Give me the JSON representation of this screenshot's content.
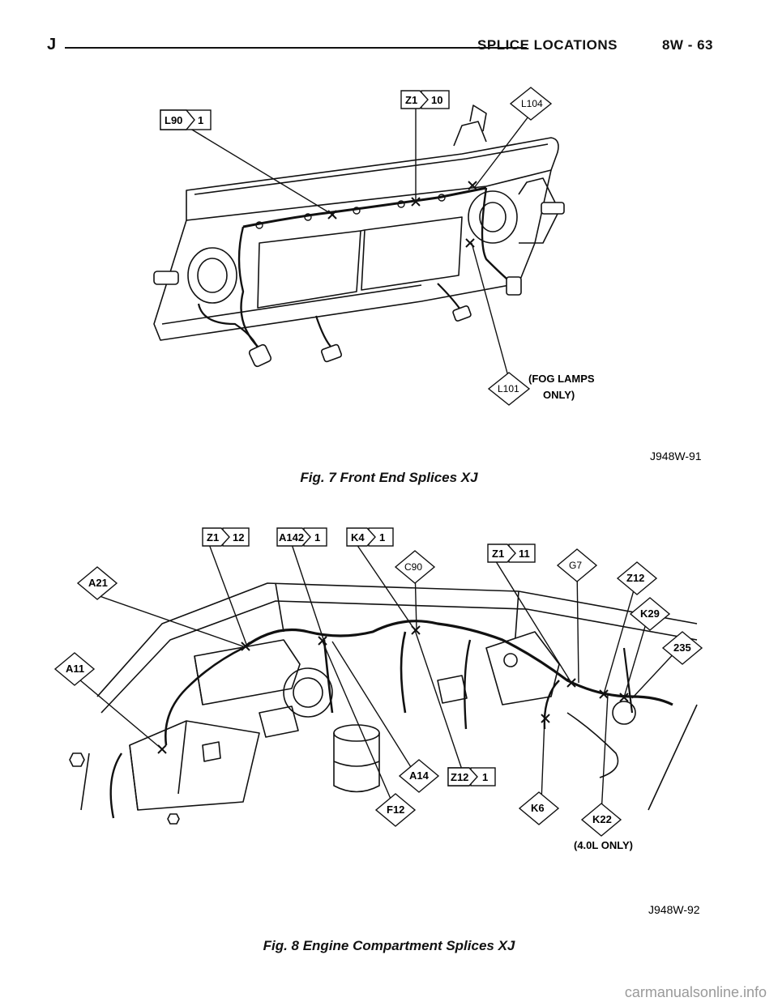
{
  "header": {
    "section_letter": "J",
    "title": "SPLICE LOCATIONS",
    "page": "8W - 63"
  },
  "figure7": {
    "caption": "Fig. 7 Front End Splices XJ",
    "code": "J948W-91",
    "callouts": {
      "l90": {
        "id": "L90",
        "num": "1"
      },
      "z1_10": {
        "id": "Z1",
        "num": "10"
      },
      "l104": {
        "id": "L104"
      },
      "l101": {
        "id": "L101"
      },
      "note": "(FOG LAMPS",
      "note2": "ONLY)"
    }
  },
  "figure8": {
    "caption": "Fig. 8 Engine Compartment Splices XJ",
    "code": "J948W-92",
    "callouts": {
      "z1_12": {
        "id": "Z1",
        "num": "12"
      },
      "a142": {
        "id": "A142",
        "num": "1"
      },
      "k4": {
        "id": "K4",
        "num": "1"
      },
      "c90": {
        "id": "C90"
      },
      "z1_11": {
        "id": "Z1",
        "num": "11"
      },
      "g7": {
        "id": "G7"
      },
      "z12": {
        "id": "Z12"
      },
      "k29": {
        "id": "K29"
      },
      "n235": {
        "id": "235"
      },
      "a21": {
        "id": "A21"
      },
      "a11": {
        "id": "A11"
      },
      "a14": {
        "id": "A14"
      },
      "z12_1": {
        "id": "Z12",
        "num": "1"
      },
      "f12": {
        "id": "F12"
      },
      "k6": {
        "id": "K6"
      },
      "k22": {
        "id": "K22"
      },
      "note": "(4.0L ONLY)"
    }
  },
  "watermark": "carmanualsonline.info"
}
